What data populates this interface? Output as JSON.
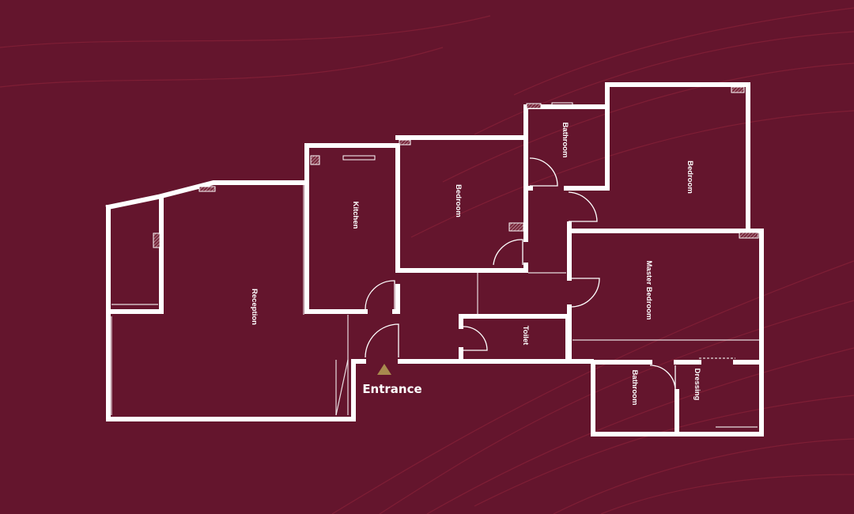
{
  "colors": {
    "background": "#64152d",
    "wave": "#8a2239",
    "wall": "#ffffff",
    "entrance_marker": "#a88a4e"
  },
  "labels": {
    "reception": "Reception",
    "kitchen": "Kitchen",
    "bedroom_1": "Bedroom",
    "bathroom_1": "Bathroom",
    "bedroom_2": "Bedroom",
    "master_bedroom": "Master Bedroom",
    "toilet": "Toilet",
    "bathroom_2": "Bathroom",
    "dressing": "Dressing",
    "entrance": "Entrance"
  },
  "icons": {
    "entrance_marker": "triangle-up-icon"
  }
}
